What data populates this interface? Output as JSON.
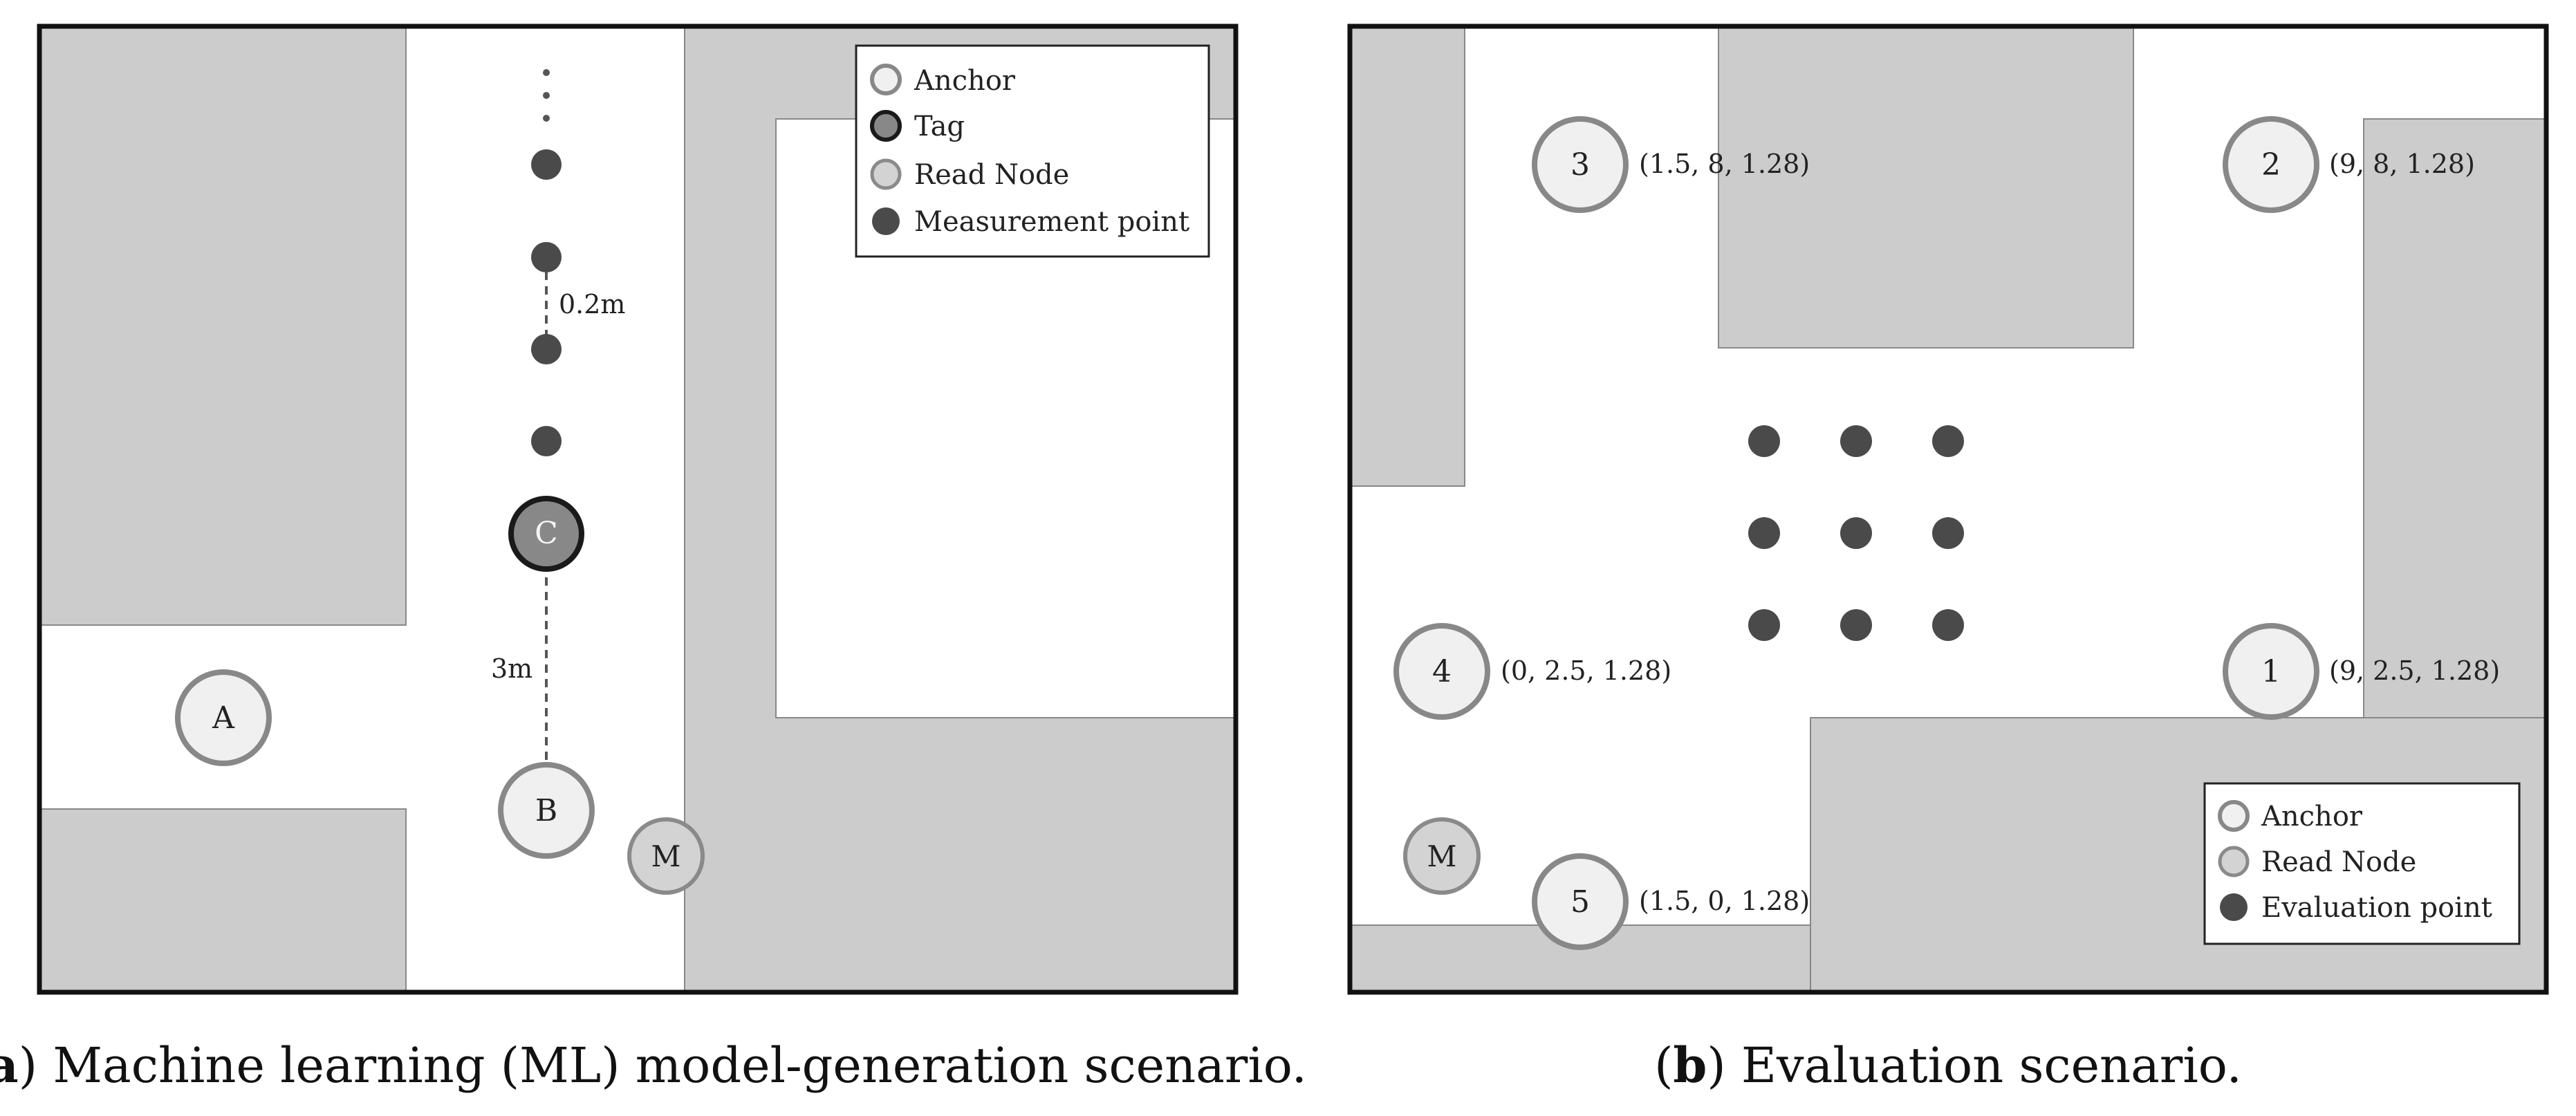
{
  "colors": {
    "wall": "#cccccc",
    "wall_stroke": "#888888",
    "frame": "#111111",
    "anchor_fill": "#f0f0f0",
    "anchor_stroke": "#888888",
    "tag_fill": "#888888",
    "tag_stroke": "#1a1a1a",
    "read_fill": "#d3d3d3",
    "read_stroke": "#8a8a8a",
    "point_fill": "#4a4a4a",
    "dashed": "#555555"
  },
  "panel_a": {
    "caption_letter": "a",
    "caption_text": " Machine learning (ML) model-generation scenario.",
    "nodes": {
      "anchor_a": "A",
      "anchor_b": "B",
      "tag_c": "C",
      "read_m": "M"
    },
    "spacing_label": "0.2m",
    "distance_label": "3m",
    "legend": {
      "anchor": "Anchor",
      "tag": "Tag",
      "read_node": "Read Node",
      "measurement_point": "Measurement point"
    }
  },
  "panel_b": {
    "caption_letter": "b",
    "caption_text": " Evaluation scenario.",
    "anchors": [
      {
        "label": "1",
        "coord": "(9, 2.5, 1.28)"
      },
      {
        "label": "2",
        "coord": "(9, 8, 1.28)"
      },
      {
        "label": "3",
        "coord": "(1.5, 8, 1.28)"
      },
      {
        "label": "4",
        "coord": "(0, 2.5, 1.28)"
      },
      {
        "label": "5",
        "coord": "(1.5, 0, 1.28)"
      }
    ],
    "read_node": "M",
    "legend": {
      "anchor": "Anchor",
      "read_node": "Read Node",
      "evaluation_point": "Evaluation point"
    }
  }
}
